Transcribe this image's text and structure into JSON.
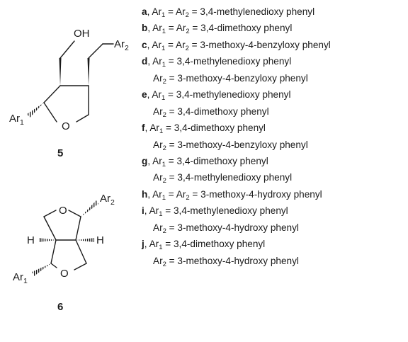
{
  "compounds": {
    "structure5": {
      "number": "5",
      "labels": {
        "hydroxyl": "OH",
        "oxygen": "O",
        "ar1_base": "Ar",
        "ar1_sub": "1",
        "ar2_base": "Ar",
        "ar2_sub": "2"
      }
    },
    "structure6": {
      "number": "6",
      "labels": {
        "oxygen_top": "O",
        "oxygen_bottom": "O",
        "hydrogen_left": "H",
        "hydrogen_right": "H",
        "ar1_base": "Ar",
        "ar1_sub": "1",
        "ar2_base": "Ar",
        "ar2_sub": "2"
      }
    }
  },
  "legend": [
    {
      "letter": "a",
      "lines": [
        {
          "lhs": "both",
          "value": "3,4-methylenedioxy phenyl"
        }
      ]
    },
    {
      "letter": "b",
      "lines": [
        {
          "lhs": "both",
          "value": "3,4-dimethoxy phenyl"
        }
      ]
    },
    {
      "letter": "c",
      "lines": [
        {
          "lhs": "both",
          "value": "3-methoxy-4-benzyloxy phenyl"
        }
      ]
    },
    {
      "letter": "d",
      "lines": [
        {
          "lhs": "ar1",
          "value": "3,4-methylenedioxy phenyl"
        },
        {
          "lhs": "ar2",
          "value": "3-methoxy-4-benzyloxy phenyl"
        }
      ]
    },
    {
      "letter": "e",
      "lines": [
        {
          "lhs": "ar1",
          "value": "3,4-methylenedioxy phenyl"
        },
        {
          "lhs": "ar2",
          "value": "3,4-dimethoxy phenyl"
        }
      ]
    },
    {
      "letter": "f",
      "lines": [
        {
          "lhs": "ar1",
          "value": "3,4-dimethoxy phenyl"
        },
        {
          "lhs": "ar2",
          "value": "3-methoxy-4-benzyloxy phenyl"
        }
      ]
    },
    {
      "letter": "g",
      "lines": [
        {
          "lhs": "ar1",
          "value": "3,4-dimethoxy phenyl"
        },
        {
          "lhs": "ar2",
          "value": "3,4-methylenedioxy phenyl"
        }
      ]
    },
    {
      "letter": "h",
      "lines": [
        {
          "lhs": "both",
          "value": "3-methoxy-4-hydroxy phenyl"
        }
      ]
    },
    {
      "letter": "i",
      "lines": [
        {
          "lhs": "ar1",
          "value": "3,4-methylenedioxy phenyl"
        },
        {
          "lhs": "ar2",
          "value": "3-methoxy-4-hydroxy phenyl"
        }
      ]
    },
    {
      "letter": "j",
      "lines": [
        {
          "lhs": "ar1",
          "value": "3,4-dimethoxy phenyl"
        },
        {
          "lhs": "ar2",
          "value": "3-methoxy-4-hydroxy phenyl"
        }
      ]
    }
  ]
}
